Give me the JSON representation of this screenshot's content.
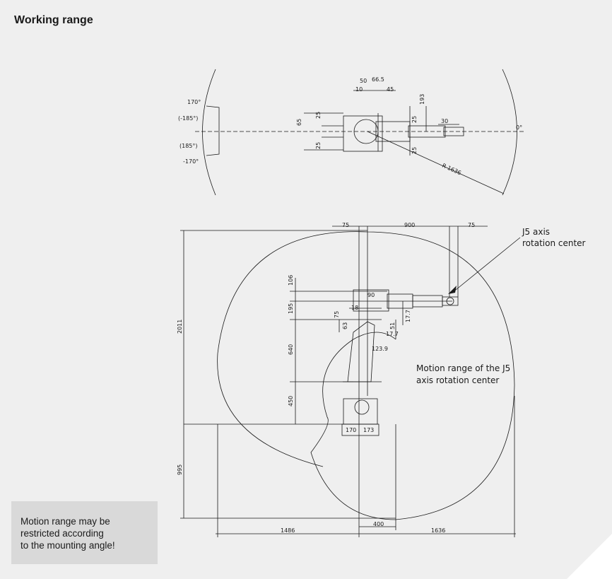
{
  "title": "Working range",
  "top_view": {
    "angles": [
      "170°",
      "(-185°)",
      "(185°)",
      "-170°",
      "0°"
    ],
    "dims": [
      "50",
      "66.5",
      "10",
      "45",
      "193",
      "65",
      "25",
      "25",
      "25",
      "25",
      "30",
      "R 1636"
    ]
  },
  "side_view": {
    "top_dims": [
      "75",
      "900",
      "75"
    ],
    "vertical_dims": [
      "2011",
      "106",
      "195",
      "640",
      "450",
      "995"
    ],
    "inner_dims": [
      "90",
      "18",
      "75",
      "63",
      "51",
      "17.7",
      "17.7",
      "123.9",
      "170",
      "173"
    ],
    "bottom_dims": [
      "1486",
      "400",
      "1636"
    ]
  },
  "callouts": {
    "j5_line1": "J5 axis",
    "j5_line2": "rotation center",
    "motion_line1": "Motion range of the J5",
    "motion_line2": "axis rotation center"
  },
  "note": {
    "line1": "Motion range may be",
    "line2": "restricted according",
    "line3": "to the mounting angle!"
  }
}
